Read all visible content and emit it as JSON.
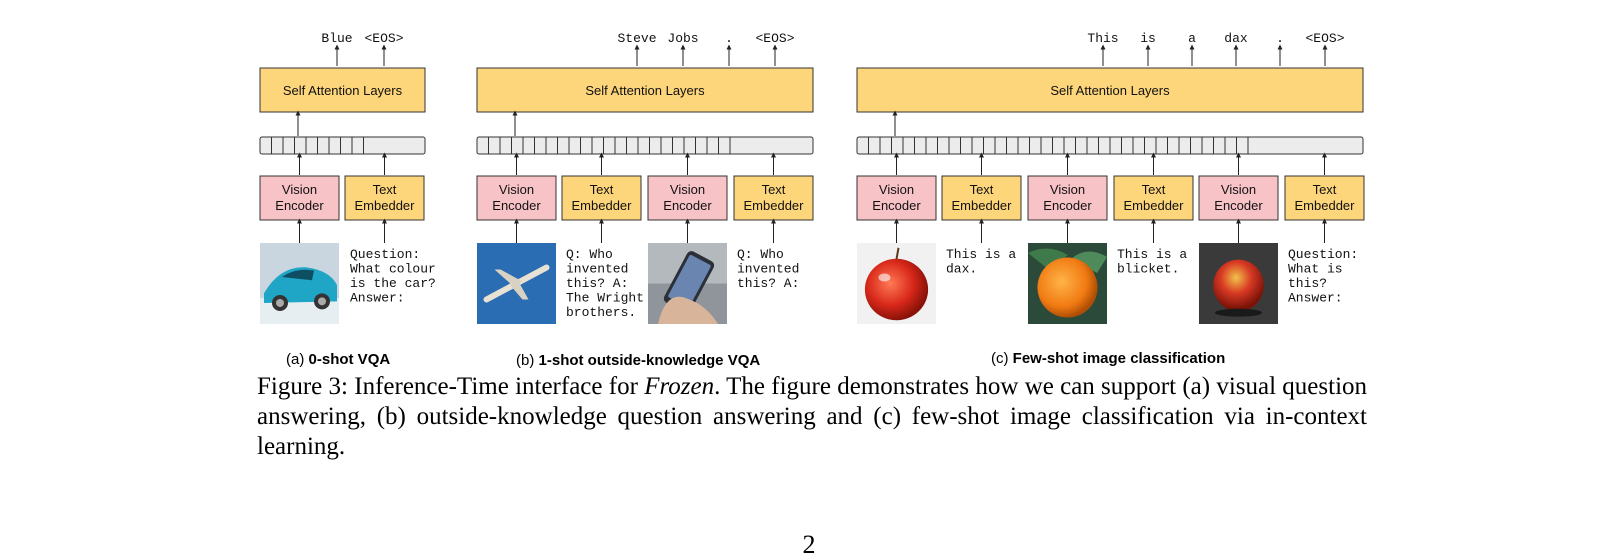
{
  "panels": [
    {
      "outputs": [
        "Blue",
        "<EOS>"
      ],
      "attention_label": "Self Attention Layers",
      "encoders": [
        {
          "kind": "vision",
          "line1": "Vision",
          "line2": "Encoder"
        },
        {
          "kind": "text",
          "line1": "Text",
          "line2": "Embedder"
        }
      ],
      "inputs": [
        {
          "kind": "image",
          "depicts": "car"
        },
        {
          "kind": "text",
          "lines": [
            "Question:",
            "What colour",
            "is the car?",
            "Answer:"
          ]
        }
      ],
      "caption_prefix": "(a)",
      "caption_bold": "0-shot VQA"
    },
    {
      "outputs": [
        "Steve",
        "Jobs",
        ".",
        "<EOS>"
      ],
      "attention_label": "Self Attention Layers",
      "encoders": [
        {
          "kind": "vision",
          "line1": "Vision",
          "line2": "Encoder"
        },
        {
          "kind": "text",
          "line1": "Text",
          "line2": "Embedder"
        },
        {
          "kind": "vision",
          "line1": "Vision",
          "line2": "Encoder"
        },
        {
          "kind": "text",
          "line1": "Text",
          "line2": "Embedder"
        }
      ],
      "inputs": [
        {
          "kind": "image",
          "depicts": "airplane"
        },
        {
          "kind": "text",
          "lines": [
            "Q: Who",
            "invented",
            "this? A:",
            "The Wright",
            "brothers."
          ]
        },
        {
          "kind": "image",
          "depicts": "phone"
        },
        {
          "kind": "text",
          "lines": [
            "Q: Who",
            "invented",
            "this? A:"
          ]
        }
      ],
      "caption_prefix": "(b)",
      "caption_bold": "1-shot outside-knowledge VQA"
    },
    {
      "outputs": [
        "This",
        "is",
        "a",
        "dax",
        ".",
        "<EOS>"
      ],
      "attention_label": "Self Attention Layers",
      "encoders": [
        {
          "kind": "vision",
          "line1": "Vision",
          "line2": "Encoder"
        },
        {
          "kind": "text",
          "line1": "Text",
          "line2": "Embedder"
        },
        {
          "kind": "vision",
          "line1": "Vision",
          "line2": "Encoder"
        },
        {
          "kind": "text",
          "line1": "Text",
          "line2": "Embedder"
        },
        {
          "kind": "vision",
          "line1": "Vision",
          "line2": "Encoder"
        },
        {
          "kind": "text",
          "line1": "Text",
          "line2": "Embedder"
        }
      ],
      "inputs": [
        {
          "kind": "image",
          "depicts": "red-apple"
        },
        {
          "kind": "text",
          "lines": [
            "This is a",
            "dax."
          ]
        },
        {
          "kind": "image",
          "depicts": "orange"
        },
        {
          "kind": "text",
          "lines": [
            "This is a",
            "blicket."
          ]
        },
        {
          "kind": "image",
          "depicts": "apple-dark"
        },
        {
          "kind": "text",
          "lines": [
            "Question:",
            "What is",
            "this?",
            "Answer:"
          ]
        }
      ],
      "caption_prefix": "(c)",
      "caption_bold": "Few-shot image classification"
    }
  ],
  "figure_caption": {
    "label": "Figure 3:",
    "before_italic": "Inference-Time interface for",
    "italic": "Frozen",
    "after_italic": ". The figure demonstrates how we can support (a) visual question answering, (b) outside-knowledge question answering and (c) few-shot image classification via in-context learning."
  },
  "page_number": "2",
  "colors": {
    "attention_fill": "#fdd57a",
    "vision_fill": "#f8c3c7",
    "text_fill": "#fdd57a",
    "token_fill": "#ececec",
    "stroke": "#333333"
  }
}
